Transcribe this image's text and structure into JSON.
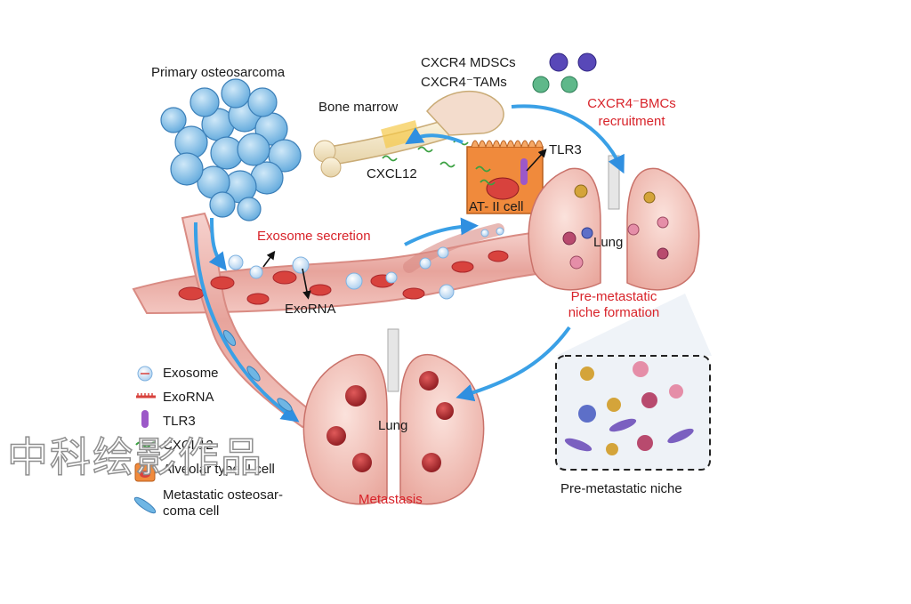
{
  "labels": {
    "primary_tumor": "Primary osteosarcoma",
    "mdscs": "CXCR4 MDSCs",
    "tams": "CXCR4⁻TAMs",
    "bone_marrow": "Bone marrow",
    "bmc_recruit_1": "CXCR4⁻BMCs",
    "bmc_recruit_2": "recruitment",
    "tlr3": "TLR3",
    "cxcl12": "CXCL12",
    "at2": "AT- II cell",
    "exosome_secretion": "Exosome secretion",
    "lung_top": "Lung",
    "exorna": "ExoRNA",
    "pmn_formation_1": "Pre-metastatic",
    "pmn_formation_2": "niche formation",
    "lung_bottom": "Lung",
    "metastasis": "Metastasis",
    "pmn": "Pre-metastatic niche"
  },
  "legend": [
    {
      "icon": "exosome-icon",
      "label": "Exosome"
    },
    {
      "icon": "exorna-icon",
      "label": "ExoRNA"
    },
    {
      "icon": "tlr3-icon",
      "label": "TLR3"
    },
    {
      "icon": "cxcl12-icon",
      "label": "CXCL12"
    },
    {
      "icon": "alveolar-cell-icon",
      "label": "Alveolar type II cell"
    },
    {
      "icon": "metastatic-cell-icon",
      "label": "Metastatic osteosar-"
    },
    {
      "icon": "",
      "label": "coma cell"
    }
  ],
  "watermark": "中科绘影作品",
  "colors": {
    "red_text": "#d8232a",
    "arrow_blue": "#3aa0e6",
    "vessel": "#e9a8a2",
    "tumor_blue": "#6fb6e4",
    "lung_pink": "#f4c7c0",
    "lung_nodule": "#b7282e",
    "at2_orange": "#f08a3c"
  }
}
